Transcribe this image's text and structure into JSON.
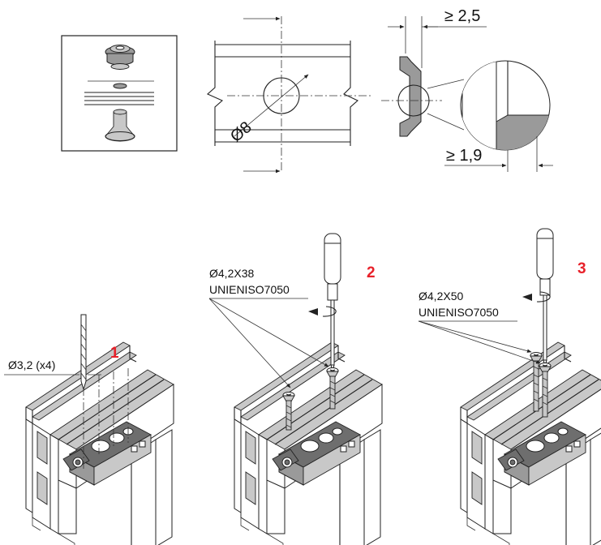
{
  "dimensions": {
    "min_thickness_top": "≥ 2,5",
    "min_thickness_bottom": "≥ 1,9",
    "hole_diameter": "Ø8"
  },
  "steps": [
    {
      "number": "1",
      "label": "Ø3,2 (x4)"
    },
    {
      "number": "2",
      "screw": "Ø4,2X38",
      "standard": "UNIENISO7050"
    },
    {
      "number": "3",
      "screw": "Ø4,2X50",
      "standard": "UNIENISO7050"
    }
  ],
  "colors": {
    "step_number": "#e8212a",
    "line": "#222222",
    "part_fill": "#9a9a9a"
  }
}
